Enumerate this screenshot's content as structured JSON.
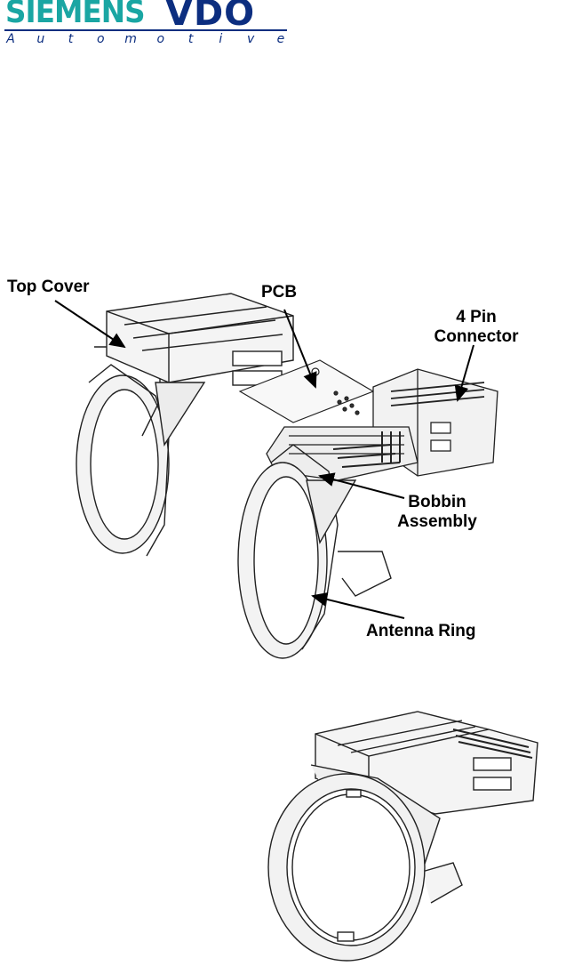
{
  "logo": {
    "brand": "SIEMENS",
    "product": "VDO",
    "subtitle_letters": [
      "A",
      "u",
      "t",
      "o",
      "m",
      "o",
      "t",
      "i",
      "v",
      "e"
    ],
    "colors": {
      "siemens": "#1aa6a3",
      "vdo": "#0c2e80"
    }
  },
  "exploded_view": {
    "labels": {
      "top_cover": "Top Cover",
      "pcb": "PCB",
      "connector_line1": "4 Pin",
      "connector_line2": "Connector",
      "bobbin_line1": "Bobbin",
      "bobbin_line2": "Assembly",
      "antenna_ring": "Antenna Ring"
    }
  }
}
